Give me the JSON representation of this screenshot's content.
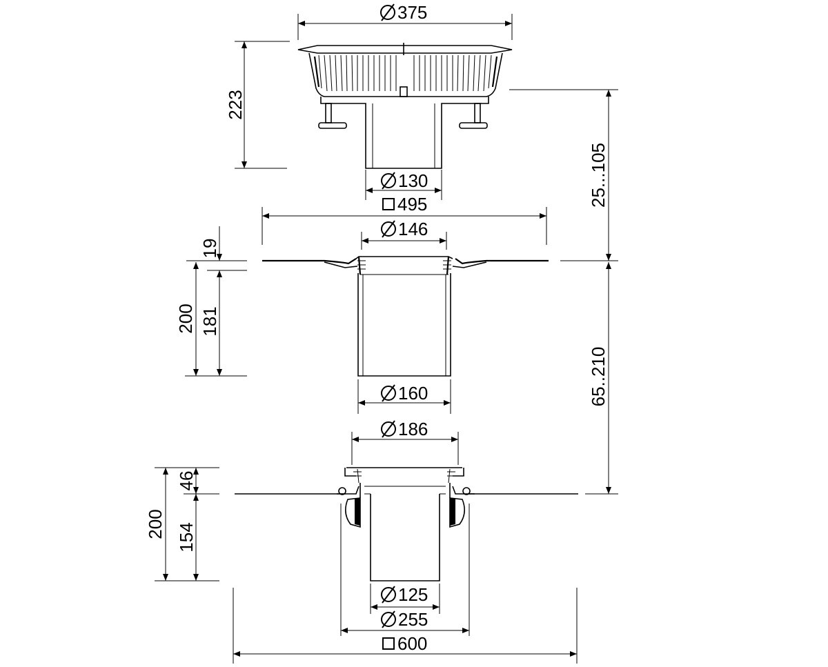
{
  "colors": {
    "ink": "#000000",
    "paper": "#ffffff"
  },
  "top_part": {
    "outer_diameter": "375",
    "height": "223",
    "outlet_diameter": "130",
    "square_size": "495"
  },
  "middle_part": {
    "width_square_label": "",
    "inner_diameter": "146",
    "flange_thickness": "19",
    "total_height": "200",
    "body_height": "181",
    "outlet_diameter": "160",
    "adjust_range_top": "25...105"
  },
  "bottom_part": {
    "top_diameter": "186",
    "upper_height": "46",
    "total_height": "200",
    "lower_height": "154",
    "outlet_diameter": "125",
    "flange_diameter": "255",
    "square_size": "600",
    "adjust_range_mid": "65..210"
  }
}
